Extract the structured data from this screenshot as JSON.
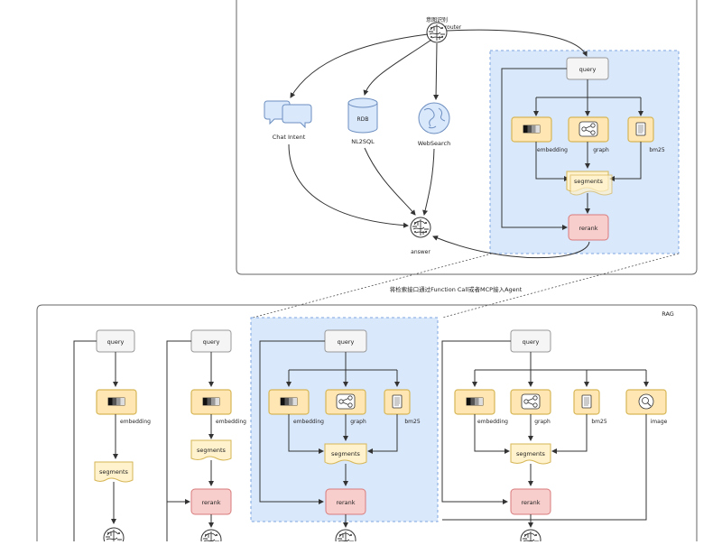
{
  "top": {
    "router": {
      "label_cn": "意图识别",
      "label": "router"
    },
    "chat": {
      "label": "Chat Intent"
    },
    "rdb": {
      "db_label": "RDB",
      "label": "NL2SQL"
    },
    "web": {
      "label": "WebSearch"
    },
    "answer": {
      "label": "answer"
    },
    "rag": {
      "query": "query",
      "embedding": "embedding",
      "graph": "graph",
      "bm25": "bm25",
      "segments": "segments",
      "rerank": "rerank"
    }
  },
  "connector_note": "将检索接口通过Function Call或者MCP接入Agent",
  "bottom": {
    "title": "RAG",
    "col1": {
      "query": "query",
      "embedding": "embedding",
      "segments": "segments"
    },
    "col2": {
      "query": "query",
      "embedding": "embedding",
      "segments": "segments",
      "rerank": "rerank"
    },
    "col3": {
      "query": "query",
      "embedding": "embedding",
      "graph": "graph",
      "bm25": "bm25",
      "segments": "segments",
      "rerank": "rerank"
    },
    "col4": {
      "query": "query",
      "embedding": "embedding",
      "graph": "graph",
      "bm25": "bm25",
      "image": "image",
      "segments": "segments",
      "rerank": "rerank"
    }
  },
  "colors": {
    "panel_blue": "#dae8fc",
    "query_fill": "#f5f5f5",
    "retriever_fill": "#ffe6b3",
    "segments_fill": "#fff2cc",
    "rerank_fill": "#f8cecc"
  },
  "icons": [
    "brain-icon",
    "chat-bubbles-icon",
    "database-icon",
    "globe-icon",
    "embedding-vector-icon",
    "graph-nodes-icon",
    "document-icon",
    "image-search-icon"
  ]
}
